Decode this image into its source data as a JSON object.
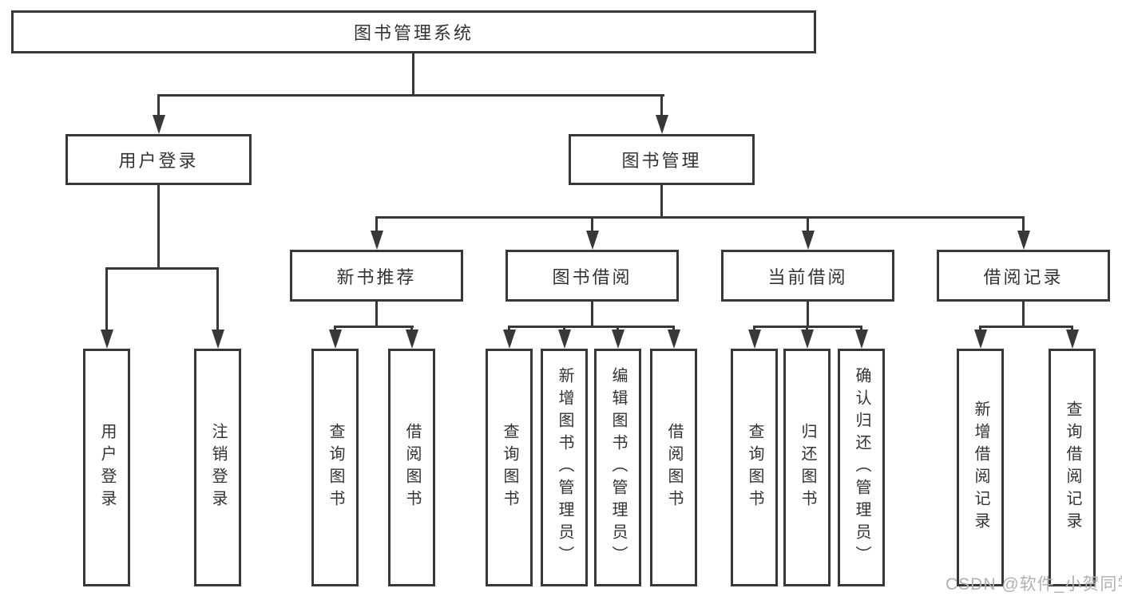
{
  "diagram": {
    "root": {
      "label": "图书管理系统"
    },
    "level2": [
      {
        "id": "user-login",
        "label": "用户登录"
      },
      {
        "id": "book-management",
        "label": "图书管理"
      }
    ],
    "level3": [
      {
        "id": "new-book-recommend",
        "label": "新书推荐"
      },
      {
        "id": "book-borrow",
        "label": "图书借阅"
      },
      {
        "id": "current-borrow",
        "label": "当前借阅"
      },
      {
        "id": "borrow-records",
        "label": "借阅记录"
      }
    ],
    "leaves": {
      "login": [
        {
          "label": "用户登录"
        },
        {
          "label": "注销登录"
        }
      ],
      "recommend": [
        {
          "label": "查询图书"
        },
        {
          "label": "借阅图书"
        }
      ],
      "borrow": [
        {
          "label": "查询图书"
        },
        {
          "label": "新增图书（管理员）"
        },
        {
          "label": "编辑图书（管理员）"
        },
        {
          "label": "借阅图书"
        }
      ],
      "current": [
        {
          "label": "查询图书"
        },
        {
          "label": "归还图书"
        },
        {
          "label": "确认归还（管理员）"
        }
      ],
      "records": [
        {
          "label": "新增借阅记录"
        },
        {
          "label": "查询借阅记录"
        }
      ]
    },
    "colors": {
      "line": "#383838",
      "text": "#333333",
      "watermark": "#b2b0b2",
      "background": "#ffffff"
    }
  },
  "watermark": {
    "text": "CSDN @软件_小贺同学"
  }
}
